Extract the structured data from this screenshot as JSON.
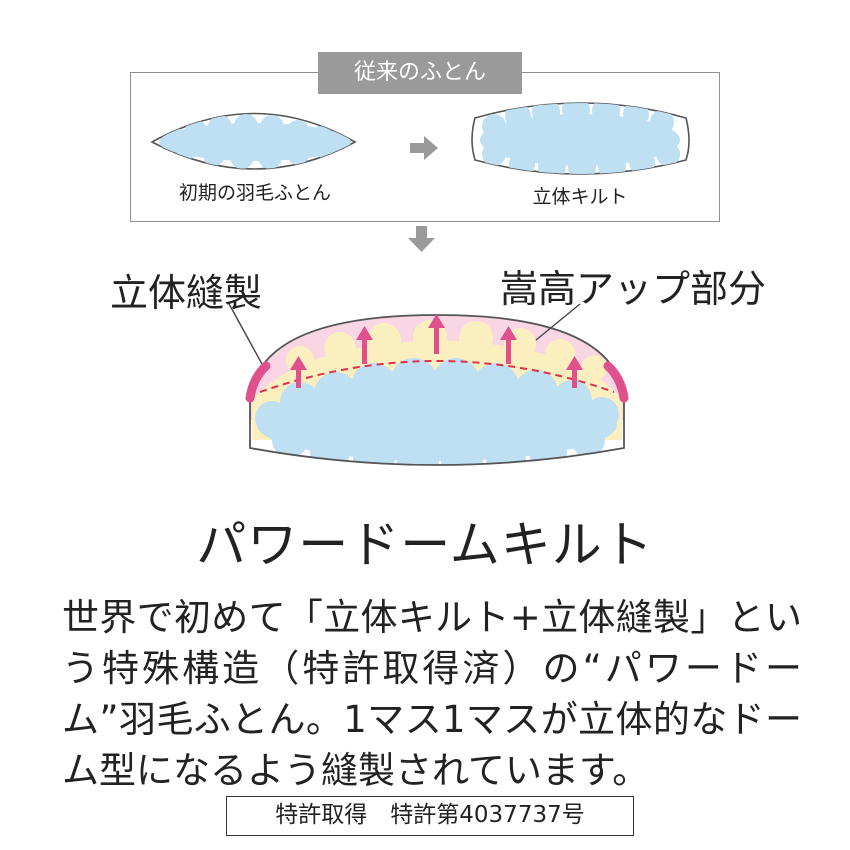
{
  "conventional": {
    "tag": "従来のふとん",
    "initial_label": "初期の羽毛ふとん",
    "quilt_label": "立体キルト"
  },
  "power_dome": {
    "sewn_label": "立体縫製",
    "loft_label": "嵩高アップ部分",
    "title": "パワードームキルト"
  },
  "description": "世界で初めて「立体キルト+立体縫製」という特殊構造（特許取得済）の“パワードーム”羽毛ふとん。1マス1マスが立体的なドーム型になるよう縫製されています。",
  "patent": "特許取得　特許第4037737号",
  "colors": {
    "down_blue": "#bfe0f3",
    "cream": "#fbefbf",
    "pink_loft": "#f8d6e4",
    "magenta": "#e0508c",
    "dashed_red": "#e0304c",
    "arrow_gray": "#9a9a9a"
  },
  "icons": [
    "arrow-right-icon",
    "arrow-down-icon",
    "up-arrow-icon"
  ]
}
